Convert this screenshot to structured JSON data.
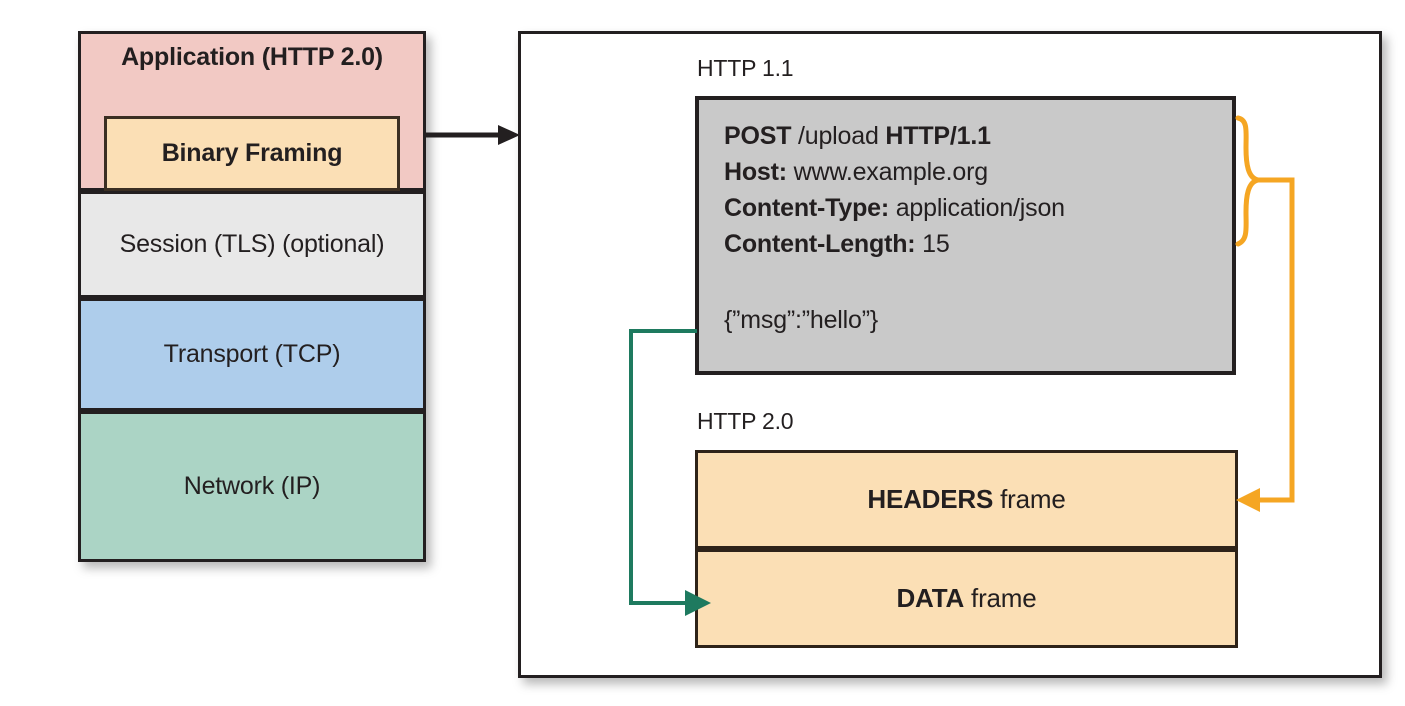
{
  "diagram": {
    "title_semantic": "http-2-binary-framing-layer",
    "colors": {
      "application_layer": "#F2C9C4",
      "binary_framing": "#FBDFB5",
      "session_layer": "#E8E8E8",
      "transport_layer": "#AECDEB",
      "network_layer": "#ABD4C5",
      "http11_message": "#C9C9C9",
      "frame_fill": "#FBDFB5",
      "outline": "#231f20",
      "headers_connector": "#F5A623",
      "body_connector": "#1E7A5F",
      "arrow": "#231f20"
    }
  },
  "stack": {
    "layers": [
      {
        "label": "Application (HTTP 2.0)",
        "name": "application"
      },
      {
        "label": "Binary Framing",
        "name": "binary-framing"
      },
      {
        "label": "Session (TLS) (optional)",
        "name": "session"
      },
      {
        "label": "Transport (TCP)",
        "name": "transport"
      },
      {
        "label": "Network (IP)",
        "name": "network"
      }
    ]
  },
  "http11": {
    "caption": "HTTP 1.1",
    "request_line": {
      "method": "POST",
      "path": " /upload ",
      "version": "HTTP/1.1"
    },
    "headers": [
      {
        "name": "Host:",
        "value": " www.example.org"
      },
      {
        "name": "Content-Type:",
        "value": " application/json"
      },
      {
        "name": "Content-Length:",
        "value": " 15"
      }
    ],
    "body": "{”msg”:”hello”}"
  },
  "http20": {
    "caption": "HTTP 2.0",
    "frames": [
      {
        "bold": "HEADERS",
        "rest": " frame"
      },
      {
        "bold": "DATA",
        "rest": " frame"
      }
    ]
  },
  "connectors": {
    "stack_to_container": "arrow-right",
    "headers_to_headers_frame": "orange-brace-arrow",
    "body_to_data_frame": "green-elbow-arrow"
  }
}
